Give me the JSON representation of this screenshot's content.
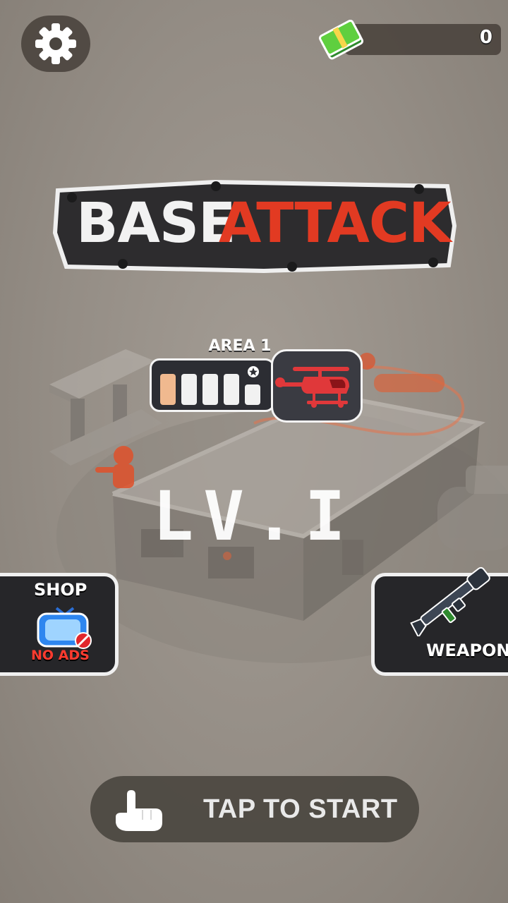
{
  "game": {
    "title_part1": "BASE",
    "title_part2": "ATTACK"
  },
  "top_bar": {
    "settings_icon": "gear-icon",
    "cash_icon": "cash-icon",
    "cash_amount": "0"
  },
  "area": {
    "label": "AREA 1",
    "progress_filled": 1,
    "progress_total": 5,
    "reward_icon": "helicopter-icon"
  },
  "level_label": "LV.I",
  "shop": {
    "title": "SHOP",
    "subtitle": "NO ADS",
    "icon": "tv-icon"
  },
  "weapon": {
    "label": "WEAPON",
    "icon": "gun-icon"
  },
  "start": {
    "label": "TAP TO START",
    "icon": "hand-pointer-icon"
  },
  "colors": {
    "title_white": "#f2f2f2",
    "title_red": "#e23a22",
    "progress_fill": "#f0b98f",
    "panel_dark": "#262629",
    "enemy_orange": "#e0512a"
  }
}
